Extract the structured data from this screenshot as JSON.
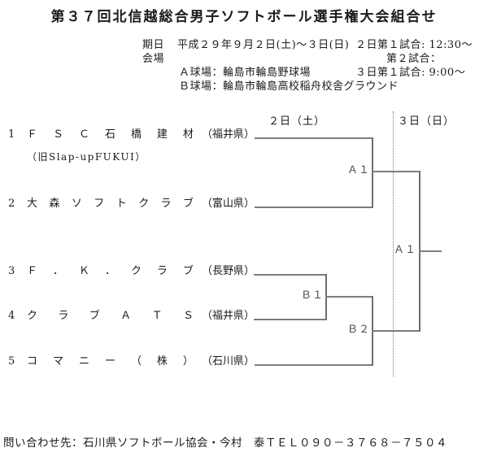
{
  "title": "第３７回北信越総合男子ソフトボール選手権大会組合せ",
  "info": {
    "date_label": "期日",
    "date_value": "平成２９年９月２日(土)～３日(日)",
    "venue_label": "会場",
    "venue_a": "Ａ球場：輪島市輪島野球場",
    "venue_b": "Ｂ球場：輪島市輪島高校稲舟校舎グラウンド",
    "schedule_day2_game1": "２日第１試合: 12:30～",
    "schedule_game2": "第２試合：",
    "schedule_day3_game1": "３日第１試合: 9:00～"
  },
  "bracket": {
    "day_saturday_header": "２日（土）",
    "day_sunday_header": "３日（日）",
    "teams": [
      {
        "no": "1",
        "name": "ＦＳＣ石橋建材",
        "pref": "（福井県）",
        "note": "（旧Slap-upFUKUI）"
      },
      {
        "no": "2",
        "name": "大森ソフトクラブ",
        "pref": "（富山県）"
      },
      {
        "no": "3",
        "name": "Ｆ．Ｋ．クラブ",
        "pref": "（長野県）"
      },
      {
        "no": "4",
        "name": "クラブＡＴＳ",
        "pref": "（福井県）"
      },
      {
        "no": "5",
        "name": "コマニー（株）",
        "pref": "（石川県）"
      }
    ],
    "labels": {
      "game_a1": "Ａ１",
      "game_b1": "Ｂ１",
      "game_b2": "Ｂ２",
      "final_a1": "Ａ１"
    },
    "structure": {
      "A1": "team1 vs team2",
      "B1": "team3 vs team4",
      "B2": "winner B1 vs team5",
      "final_A1": "winner A1 vs winner B2"
    }
  },
  "footer": {
    "contact": "問い合わせ先：石川県ソフトボール協会・今村　泰ＴＥＬ０９０－３７６８－７５０４"
  },
  "colors": {
    "line": "#7d7d7d",
    "text": "#1a1a1a",
    "match_label": "#4d4d4d"
  }
}
